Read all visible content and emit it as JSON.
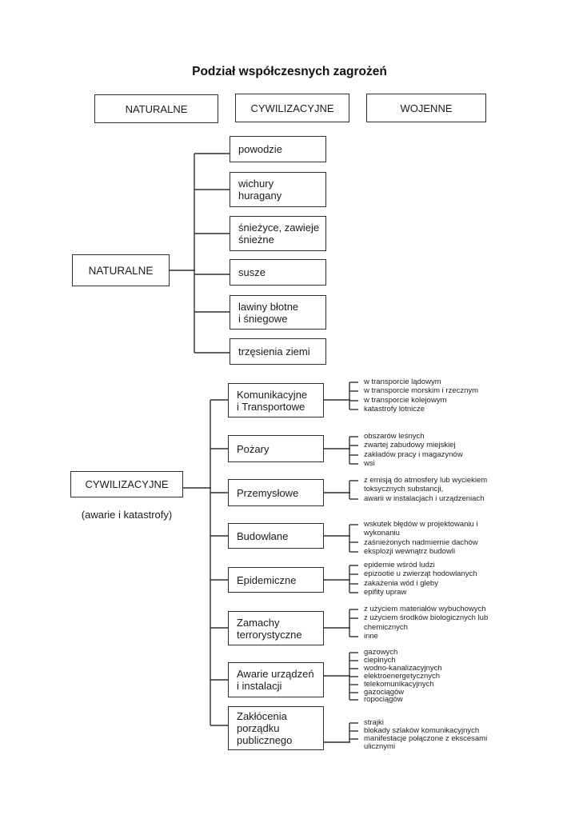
{
  "title": "Podział współczesnych zagrożeń",
  "legend": {
    "naturalne": "NATURALNE",
    "cywilizacyjne": "CYWILIZACYJNE",
    "wojenne": "WOJENNE"
  },
  "naturalne": {
    "label": "NATURALNE",
    "children": [
      {
        "label": "powodzie"
      },
      {
        "label": "wichury\nhuragany"
      },
      {
        "label": "śnieżyce, zawieje\nśnieżne"
      },
      {
        "label": "susze"
      },
      {
        "label": "lawiny błotne\ni śniegowe"
      },
      {
        "label": "trzęsienia ziemi"
      }
    ]
  },
  "cywilizacyjne": {
    "label": "CYWILIZACYJNE",
    "sublabel": "(awarie i katastrofy)",
    "children": [
      {
        "label": "Komunikacyjne\ni Transportowe",
        "leaves": [
          "w transporcie lądowym",
          "w transporcie morskim i rzecznym",
          "w transporcie kolejowym",
          "katastrofy lotnicze"
        ]
      },
      {
        "label": "Pożary",
        "leaves": [
          "obszarów leśnych",
          "zwartej zabudowy miejskiej",
          "zakładów pracy i magazynów",
          "wsi"
        ]
      },
      {
        "label": "Przemysłowe",
        "leaves": [
          "z emisją do atmosfery lub wyciekiem\ntoksycznych substancji,",
          "awarii w instalacjach i urządzeniach"
        ]
      },
      {
        "label": "Budowlane",
        "leaves": [
          "wskutek błędów w projektowaniu i\nwykonaniu",
          "zaśnieżonych nadmiernie dachów",
          "eksplozji wewnątrz budowli"
        ]
      },
      {
        "label": "Epidemiczne",
        "leaves": [
          "epidemie wśród ludzi",
          "epizootie u zwierząt hodowlanych",
          "zakażenia wód i gleby",
          "epifity upraw"
        ]
      },
      {
        "label": "Zamachy\nterrorystyczne",
        "leaves": [
          "z użyciem materiałów wybuchowych",
          "z użyciem środków biologicznych lub\nchemicznych",
          "inne"
        ]
      },
      {
        "label": "Awarie urządzeń\ni instalacji",
        "leaves": [
          "gazowych",
          "cieplnych",
          "wodno-kanalizacyjnych",
          "elektroenergetycznych",
          "telekomunikacyjnych",
          "gazociągów",
          "ropociągów"
        ]
      },
      {
        "label": "Zakłócenia\nporządku\npublicznego",
        "leaves": [
          "strajki",
          "blokady szlaków komunikacyjnych",
          "manifestacje połączone z ekscesami\nulicznymi"
        ]
      }
    ]
  },
  "colors": {
    "line": "#2f2f2f",
    "text": "#1b1b1b",
    "background": "#ffffff"
  }
}
